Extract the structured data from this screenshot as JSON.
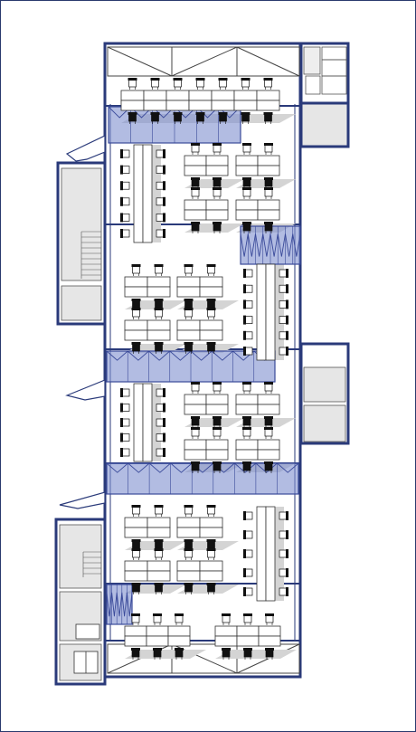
{
  "floor_plan": {
    "colors": {
      "wall": "#2a3a7a",
      "partition_fill": "#7f8fce",
      "partition_line": "#3a4a9a",
      "room_fill": "#e6e6e6",
      "floor_bg": "#ffffff",
      "desk": "#ffffff",
      "chair_dark": "#111111",
      "shadow": "#d4d4d4"
    },
    "elements": {
      "folding_partitions": 6,
      "stair_cores": 2,
      "side_rooms": 3,
      "workstation_clusters": 12
    }
  }
}
